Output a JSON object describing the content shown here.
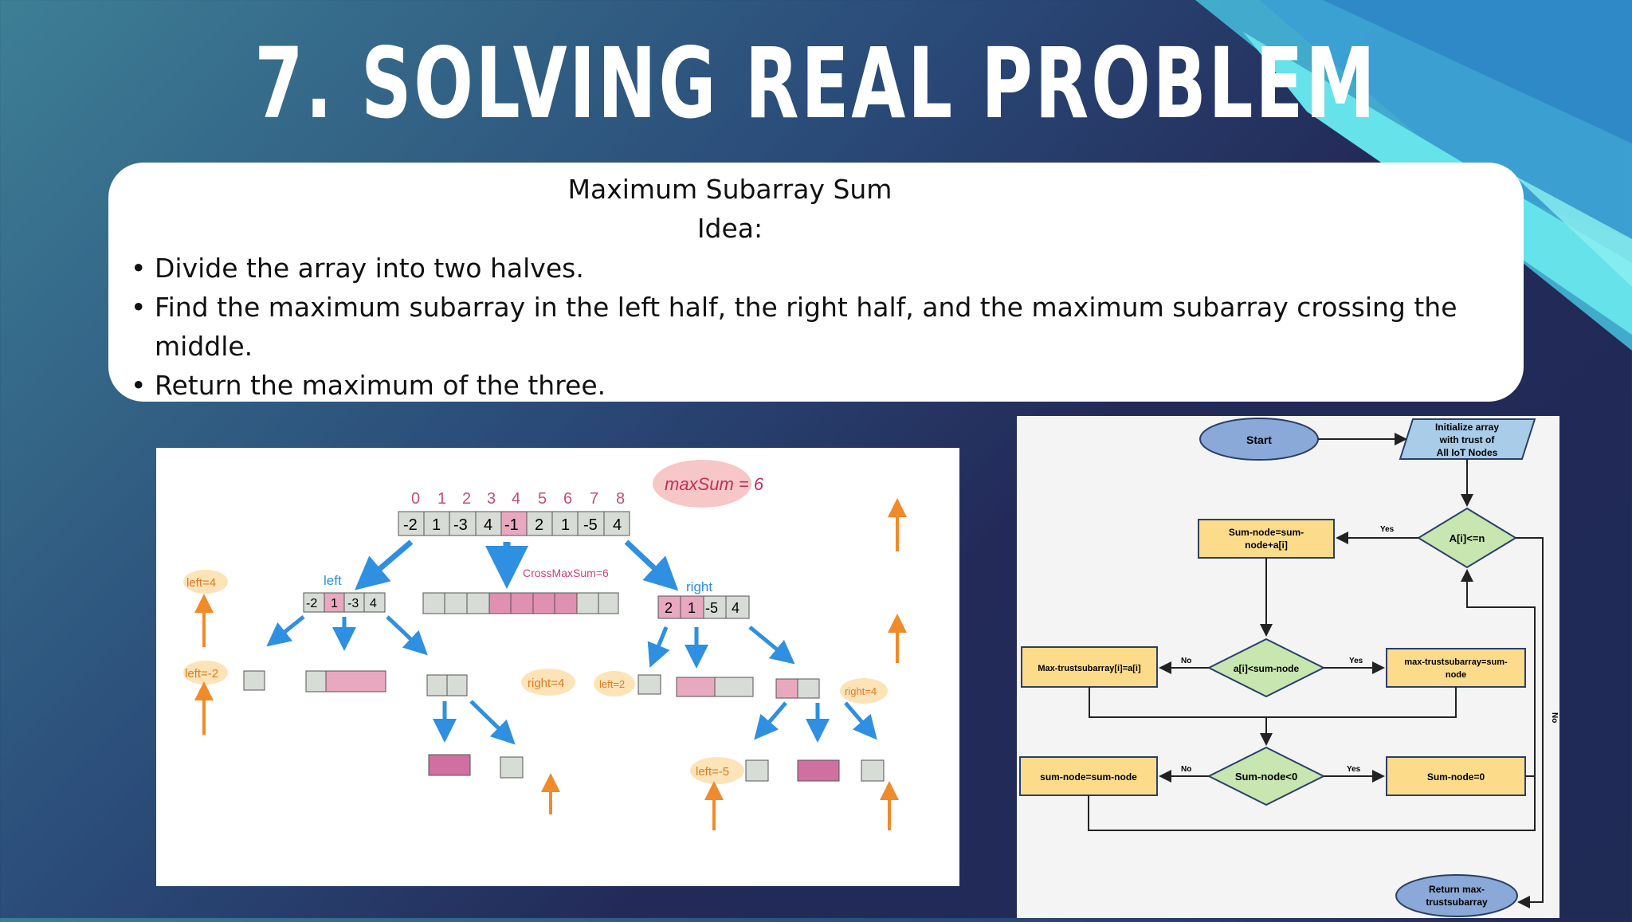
{
  "slide": {
    "title": "7. SOLVING REAL PROBLEM",
    "colors": {
      "accent_cyan": "#5fe0ea",
      "accent_blue": "#3aa6d8",
      "card": "#ffffff"
    }
  },
  "card": {
    "heading": "Maximum Subarray Sum",
    "subheading": "Idea:",
    "bullets": [
      "Divide the array into two halves.",
      "Find the maximum subarray in the left half, the right half, and the maximum subarray crossing the middle.",
      "Return the maximum of the three."
    ]
  },
  "tree_diagram": {
    "indices": [
      "0",
      "1",
      "2",
      "3",
      "4",
      "5",
      "6",
      "7",
      "8"
    ],
    "array": [
      "-2",
      "1",
      "-3",
      "4",
      "-1",
      "2",
      "1",
      "-5",
      "4"
    ],
    "max_sum_label": "maxSum = 6",
    "cross_label": "CrossMaxSum=6",
    "left_label": "left",
    "right_label": "right",
    "left_half": [
      "-2",
      "1",
      "-3",
      "4"
    ],
    "right_half": [
      "2",
      "1",
      "-5",
      "4"
    ],
    "annotations": {
      "left4": "left=4",
      "leftm2": "left=-2",
      "right4": "right=4",
      "left2": "left=2",
      "leftm5": "left=-5",
      "right4b": "right=4"
    }
  },
  "flowchart": {
    "start": "Start",
    "init": [
      "Initialize array",
      "with trust of",
      "All IoT Nodes"
    ],
    "cond_loop": "A[i]<=n",
    "sum_update": [
      "Sum-node=sum-",
      "node+a[i]"
    ],
    "cond_cmp": "a[i]<sum-node",
    "max_left": "Max-trustsubarray[i]=a[i]",
    "max_right": [
      "max-trustsubarray=sum-",
      "node"
    ],
    "cond_neg": "Sum-node<0",
    "reset_left": "sum-node=sum-node",
    "reset_right": "Sum-node=0",
    "ret": [
      "Return max-",
      "trustsubarray"
    ],
    "yes": "Yes",
    "no": "No"
  }
}
